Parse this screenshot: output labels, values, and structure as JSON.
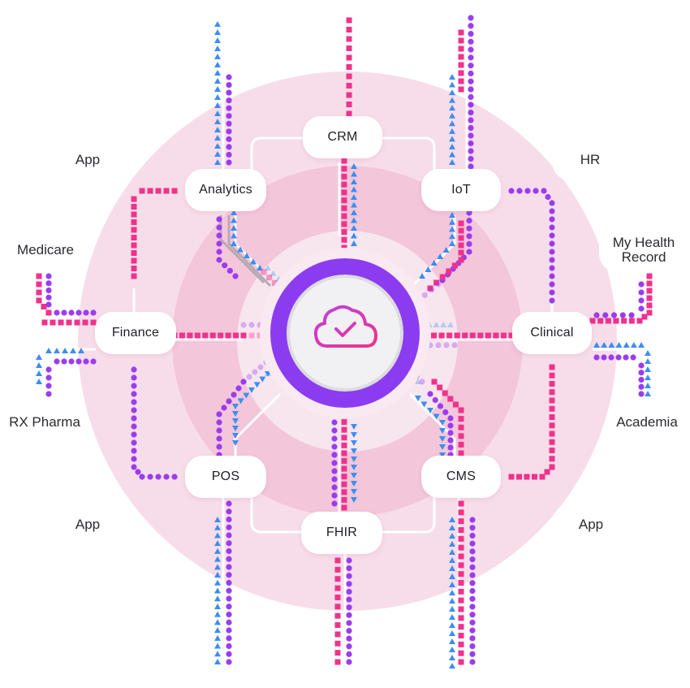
{
  "hub": {
    "icon": "cloud-check-icon"
  },
  "colors": {
    "pink": "#f0328c",
    "purple": "#9b3cf0",
    "blue": "#3c8ef0",
    "ring": "#8c3cf0"
  },
  "nodes": {
    "crm": "CRM",
    "analytics": "Analytics",
    "iot": "IoT",
    "finance": "Finance",
    "clinical": "Clinical",
    "pos": "POS",
    "cms": "CMS",
    "fhir": "FHIR"
  },
  "outer": {
    "app_top_left": "App",
    "hr": "HR",
    "medicare": "Medicare",
    "my_health_record_line1": "My Health",
    "my_health_record_line2": "Record",
    "rx_pharma": "RX Pharma",
    "academia": "Academia",
    "app_bottom_left": "App",
    "app_bottom_right": "App"
  }
}
